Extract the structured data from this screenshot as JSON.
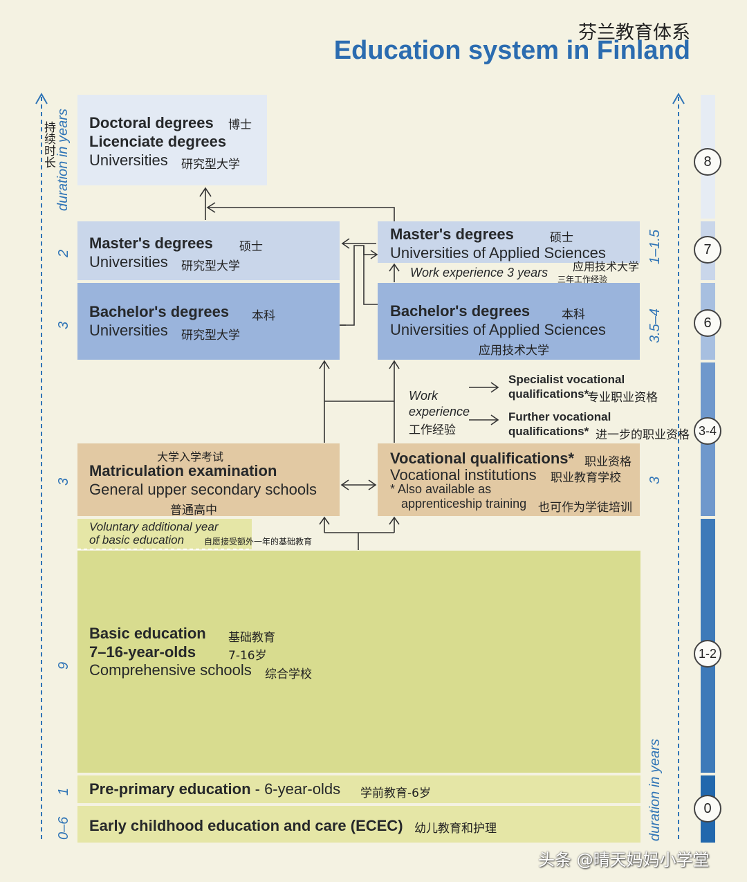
{
  "title_zh": "芬兰教育体系",
  "title_en": "Education system in Finland",
  "left_axis": {
    "label": "duration in years",
    "label_zh": [
      "持",
      "续",
      "时",
      "长"
    ]
  },
  "right_axis": {
    "label": "duration in years"
  },
  "doctoral": {
    "line1": "Doctoral degrees",
    "line1_zh": "博士",
    "line2": "Licenciate degrees",
    "line3": "Universities",
    "line3_zh": "研究型大学"
  },
  "masters_uni": {
    "title": "Master's degrees",
    "title_zh": "硕士",
    "sub": "Universities",
    "sub_zh": "研究型大学",
    "years": "2"
  },
  "bachelors_uni": {
    "title": "Bachelor's degrees",
    "title_zh": "本科",
    "sub": "Universities",
    "sub_zh": "研究型大学",
    "years": "3"
  },
  "masters_uas": {
    "title": "Master's degrees",
    "title_zh": "硕士",
    "sub": "Universities of Applied Sciences",
    "sub_zh": "应用技术大学",
    "work": "Work experience 3 years",
    "work_zh": "三年工作经验",
    "years": "1–1.5"
  },
  "bachelors_uas": {
    "title": "Bachelor's degrees",
    "title_zh": "本科",
    "sub": "Universities of Applied Sciences",
    "sub_zh": "应用技术大学",
    "years": "3.5–4"
  },
  "work_experience": {
    "line1": "Work",
    "line2": "experience",
    "zh": "工作经验"
  },
  "specialist": {
    "line1": "Specialist vocational",
    "line2": "qualifications*",
    "zh": "专业职业资格"
  },
  "further": {
    "line1": "Further vocational",
    "line2": "qualifications*",
    "zh": "进一步的职业资格"
  },
  "matriculation": {
    "zh_top": "大学入学考试",
    "title": "Matriculation examination",
    "sub": "General upper secondary schools",
    "sub_zh": "普通高中",
    "years": "3"
  },
  "vocational": {
    "title": "Vocational qualifications*",
    "title_zh": "职业资格",
    "sub": "Vocational institutions",
    "sub_zh": "职业教育学校",
    "note1": "* Also available as",
    "note2": "apprenticeship training",
    "note_zh": "也可作为学徒培训",
    "years": "3"
  },
  "voluntary": {
    "line1": "Voluntary additional year",
    "line2": "of basic education",
    "zh": "自愿接受额外一年的基础教育"
  },
  "basic": {
    "line1": "Basic education",
    "line1_zh": "基础教育",
    "line2": "7–16-year-olds",
    "line2_zh": "7-16岁",
    "line3": "Comprehensive schools",
    "line3_zh": "综合学校",
    "years": "9"
  },
  "preprimary": {
    "title": "Pre-primary education",
    "suffix": " - 6-year-olds",
    "zh": "学前教育-6岁",
    "years": "1"
  },
  "ecec": {
    "title": "Early childhood education and care (ECEC)",
    "zh": "幼儿教育和护理",
    "years": "0–6"
  },
  "levels": [
    "8",
    "7",
    "6",
    "3-4",
    "1-2",
    "0"
  ],
  "watermark": "头条 @晴天妈妈小学堂",
  "colors": {
    "blue_dark": "#2f74b6",
    "box_light": "#e3eaf4",
    "box_mid": "#c9d6ea",
    "box_blue": "#9ab4dc",
    "tan": "#e2c9a3",
    "green": "#d8dc8f",
    "green_light": "#e5e6a6"
  }
}
